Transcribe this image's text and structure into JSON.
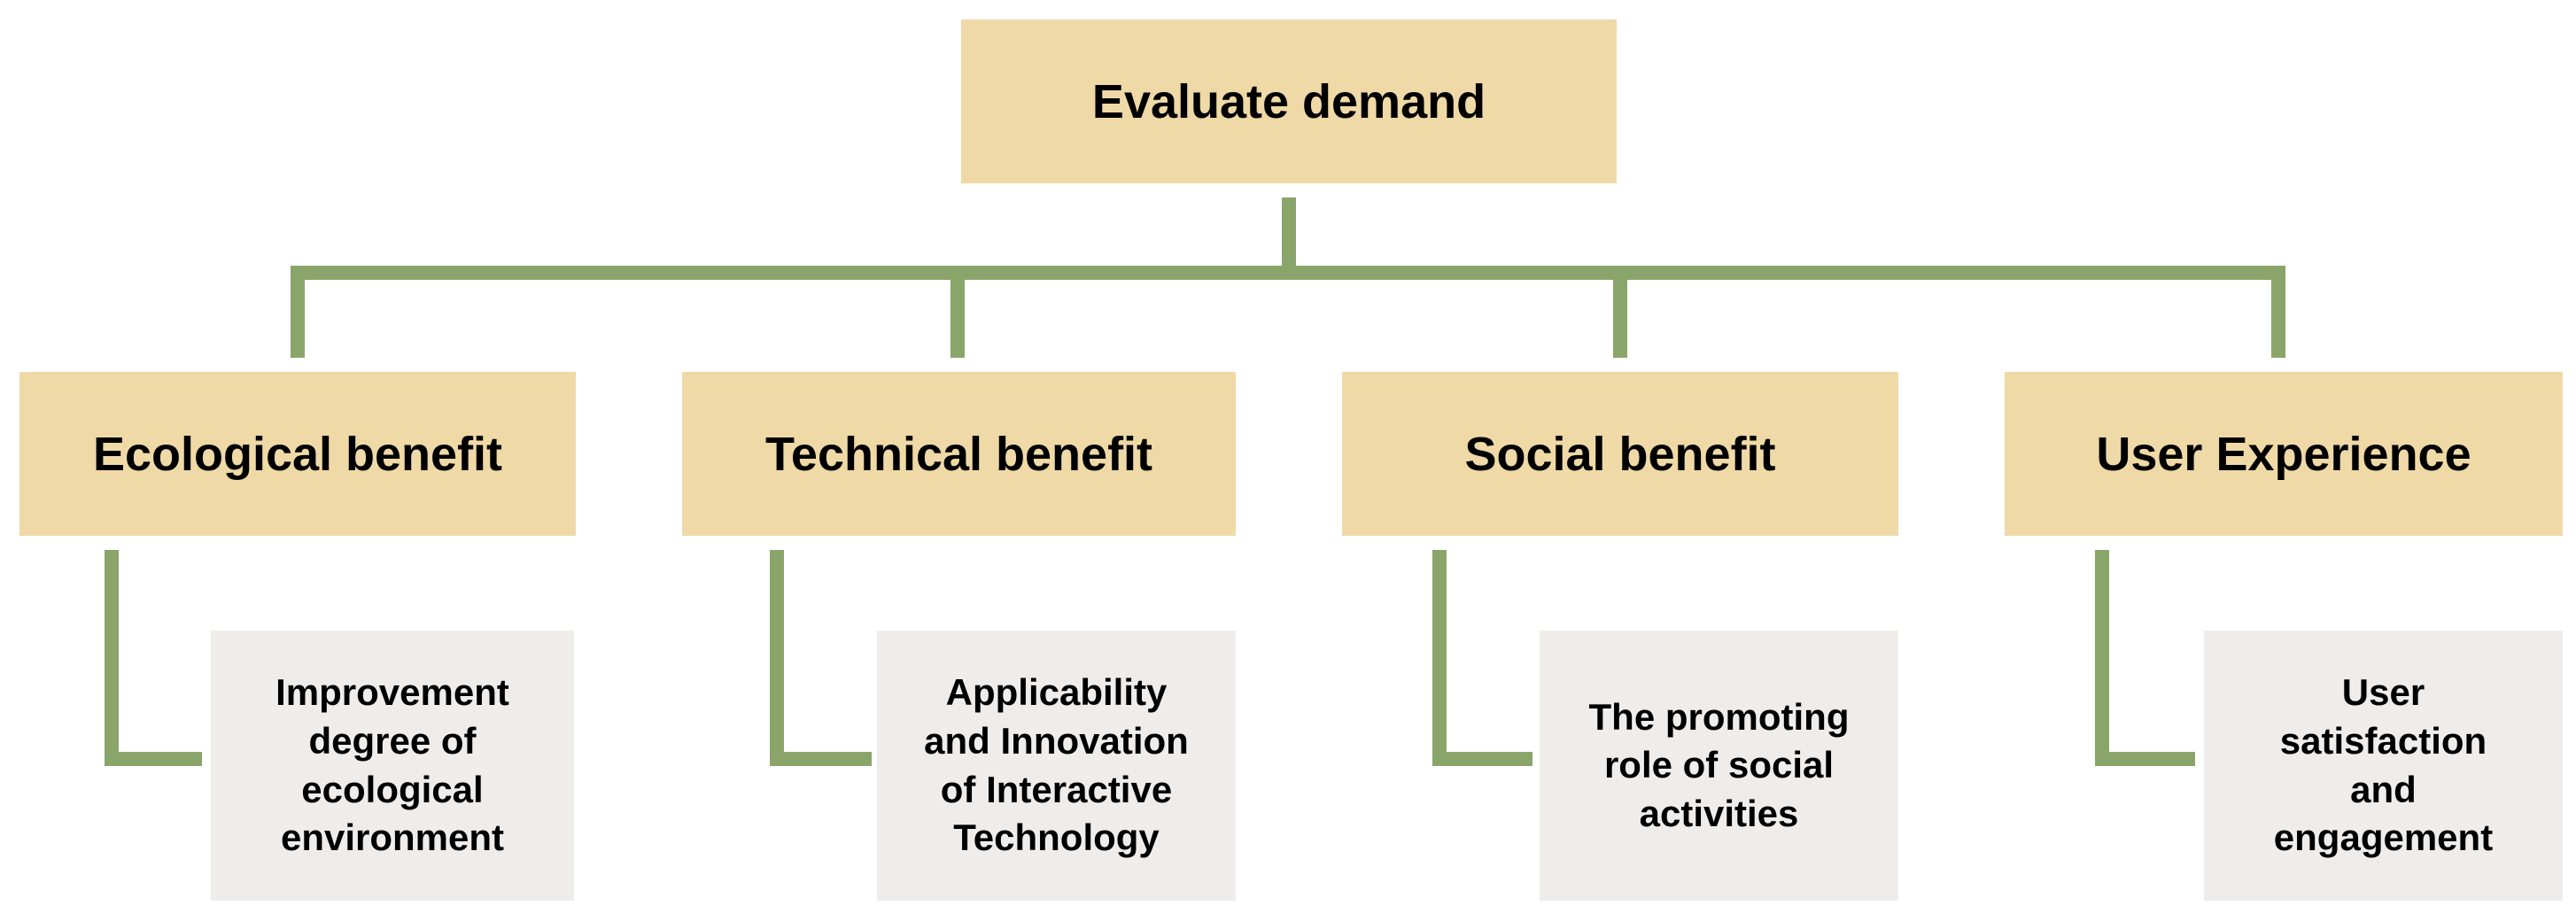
{
  "root": {
    "label": "Evaluate demand"
  },
  "categories": [
    {
      "label": "Ecological benefit",
      "leaf_lines": [
        "Improvement",
        "degree of",
        "ecological",
        "environment"
      ]
    },
    {
      "label": "Technical benefit",
      "leaf_lines": [
        "Applicability",
        "and Innovation",
        "of Interactive",
        "Technology"
      ]
    },
    {
      "label": "Social benefit",
      "leaf_lines": [
        "The promoting",
        "role of social",
        "activities"
      ]
    },
    {
      "label": "User Experience",
      "leaf_lines": [
        "User",
        "satisfaction",
        "and",
        "engagement"
      ]
    }
  ],
  "colors": {
    "category_fill": "#efd9a6",
    "leaf_fill": "#efedec",
    "connector": "#8aa56a"
  }
}
